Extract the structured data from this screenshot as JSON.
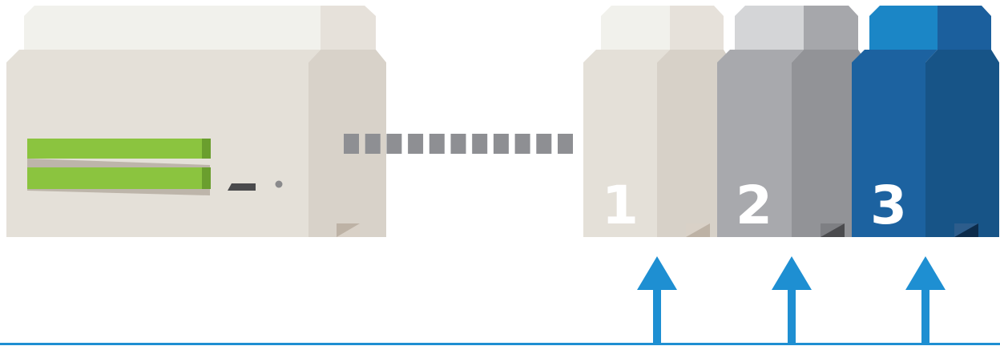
{
  "modules": [
    {
      "number": "1",
      "colors": {
        "front": "#e4e0d8",
        "side": "#d7d1c8",
        "top_front": "#f1f1ec",
        "top_side": "#e6e1da",
        "port": "#bdb2a5",
        "port_light": "#d9d1c7"
      }
    },
    {
      "number": "2",
      "colors": {
        "front": "#a8a9ad",
        "side": "#929397",
        "top_front": "#d4d5d7",
        "top_side": "#a6a7ab",
        "port": "#4b4b4e",
        "port_light": "#7e7f83"
      }
    },
    {
      "number": "3",
      "colors": {
        "front": "#1c62a0",
        "side": "#175487",
        "top_front": "#1b86c6",
        "top_side": "#1b5f9d",
        "port": "#0c2b4a",
        "port_light": "#2d5d8c"
      }
    }
  ],
  "main_unit": {
    "colors": {
      "front": "#e4e0d8",
      "side": "#d8d2c9",
      "top_front": "#f1f1ec",
      "top_side": "#e6e1da",
      "slot": "#8bc43f",
      "slot_edge": "#6a9e2e",
      "slot_shadow": "#bdb5aa",
      "port": "#4a4a4c",
      "led": "#8a8a8c"
    }
  },
  "connector": {
    "color": "#8e8f93"
  },
  "arrows": {
    "color": "#1e8fd2"
  },
  "baseline": {
    "color": "#1e8fd2"
  }
}
